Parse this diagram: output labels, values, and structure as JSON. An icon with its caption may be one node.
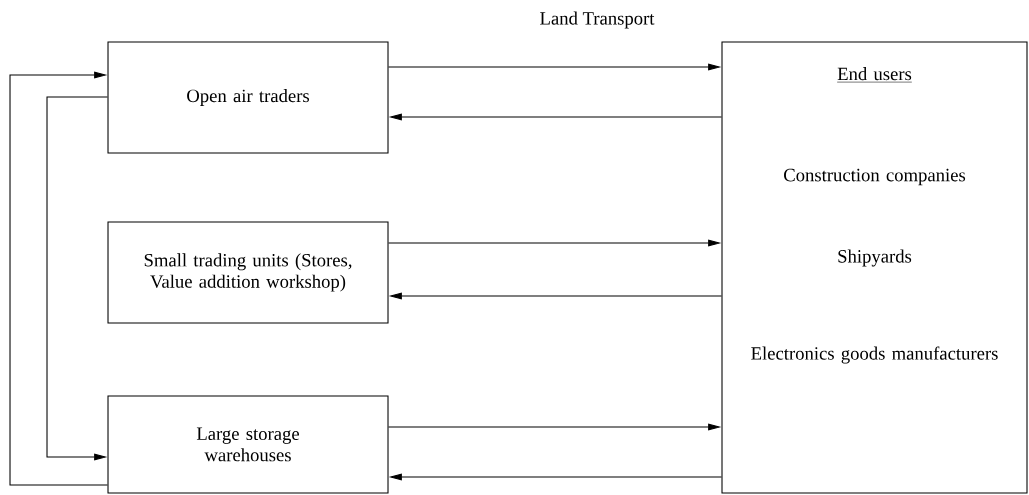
{
  "diagram": {
    "nodes": [
      {
        "text": [
          "Open air traders"
        ]
      },
      {
        "text": [
          "Small trading units (Stores, Value addition workshop)"
        ]
      },
      {
        "text": [
          "Large storage warehouses"
        ]
      },
      {
        "text": [
          "End users",
          "Construction companies",
          "Shipyards",
          "Electronics goods manufacturers"
        ]
      }
    ],
    "edges": [
      {
        "from": 0,
        "to": 3,
        "arrow": "to"
      },
      {
        "from": 3,
        "to": 0,
        "arrow": "to"
      },
      {
        "from": 1,
        "to": 3,
        "arrow": "to"
      },
      {
        "from": 3,
        "to": 1,
        "arrow": "to"
      },
      {
        "from": 2,
        "to": 3,
        "arrow": "to"
      },
      {
        "from": 3,
        "to": 2,
        "arrow": "to"
      },
      {
        "from": 2,
        "to": 0,
        "arrow": "to"
      },
      {
        "from": 0,
        "to": 2,
        "arrow": "to"
      }
    ],
    "labels": [
      "Land Transport"
    ]
  }
}
